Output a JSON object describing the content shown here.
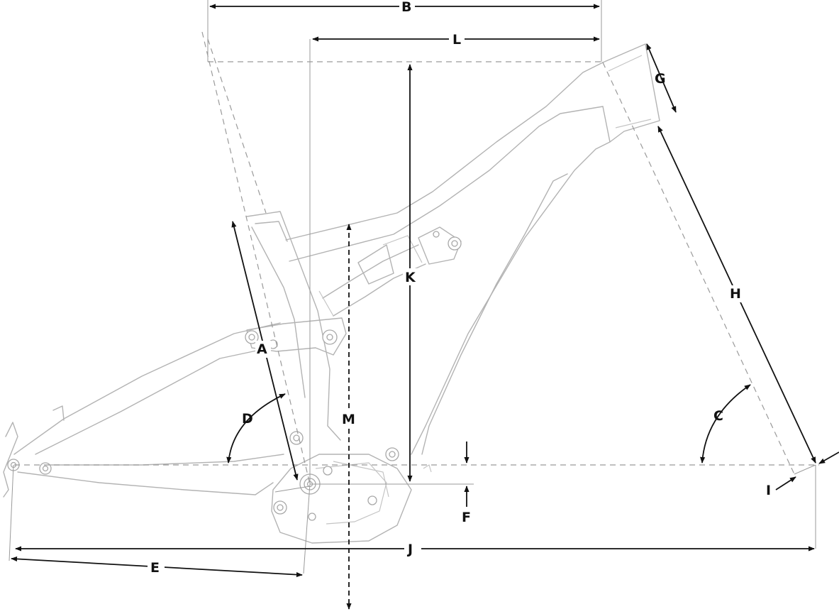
{
  "diagram": {
    "labels": {
      "A": "A",
      "B": "B",
      "C": "C",
      "D": "D",
      "E": "E",
      "F": "F",
      "G": "G",
      "H": "H",
      "I": "I",
      "J": "J",
      "K": "K",
      "L": "L",
      "M": "M"
    }
  }
}
